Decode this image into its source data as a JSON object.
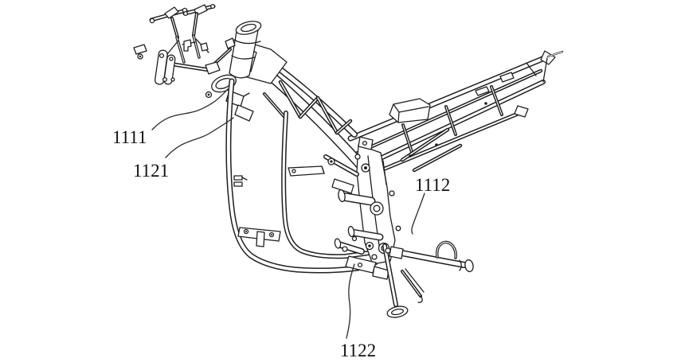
{
  "figure": {
    "subject": "motorcycle-frame-patent-line-drawing",
    "background_color": "#ffffff",
    "ink_color": "#1f1f1f",
    "labels": [
      {
        "id": "1111",
        "text": "1111"
      },
      {
        "id": "1121",
        "text": "1121"
      },
      {
        "id": "1112",
        "text": "1112"
      },
      {
        "id": "1122",
        "text": "1122"
      }
    ]
  }
}
